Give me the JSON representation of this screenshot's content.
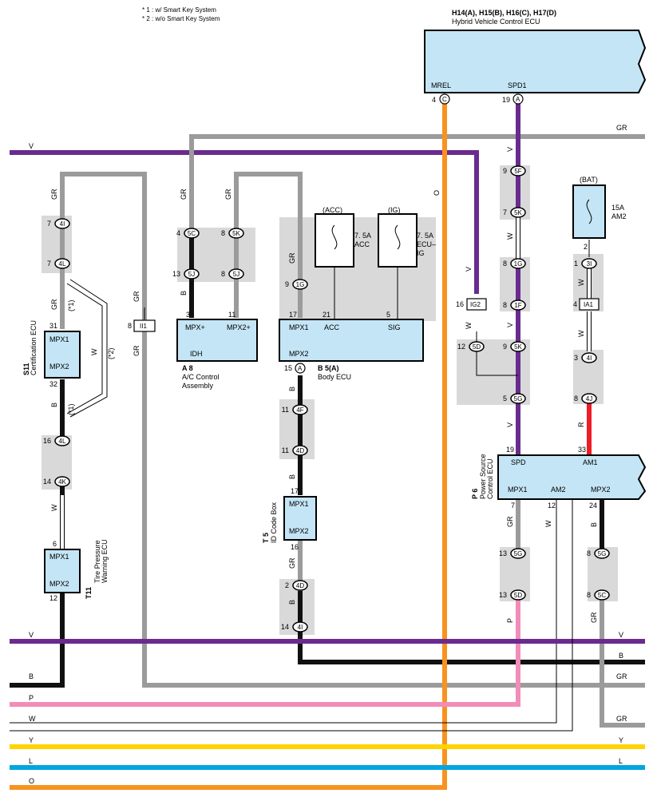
{
  "notes": [
    "* 1 : w/ Smart Key System",
    "* 2 : w/o Smart Key System"
  ],
  "colors": {
    "V": "#6a2b8f",
    "GR": "#9b9b9b",
    "B": "#111111",
    "W": "#ffffff",
    "P": "#f28cb8",
    "O": "#f7931e",
    "Y": "#ffd400",
    "L": "#00a6e0",
    "R": "#ee1c25",
    "ecu_fill": "#c4e5f5",
    "shade": "#d9d9d9"
  },
  "hv_ecu": {
    "codes": "H14(A), H15(B), H16(C), H17(D)",
    "name": "Hybrid Vehicle Control ECU",
    "mrel": "MREL",
    "spd1": "SPD1",
    "pin_mrel": "4",
    "conn_mrel": "C",
    "pin_spd1": "19",
    "conn_spd1": "A"
  },
  "s11": {
    "code": "S11",
    "name": "Certification ECU",
    "mpx1": "MPX1",
    "mpx2": "MPX2",
    "pin_top": "31",
    "pin_bot": "32"
  },
  "t11": {
    "code": "T11",
    "name1": "Tire Pressure",
    "name2": "Warning ECU",
    "mpx1": "MPX1",
    "mpx2": "MPX2",
    "pin_top": "6",
    "pin_bot": "12"
  },
  "a8": {
    "code": "A 8",
    "name1": "A/C Control",
    "name2": "Assembly",
    "mpx1": "MPX+",
    "mpx2": "MPX2+",
    "idh": "IDH",
    "pin1": "3",
    "pin2": "11"
  },
  "b5": {
    "code": "B 5(A)",
    "name": "Body ECU",
    "mpx1": "MPX1",
    "acc": "ACC",
    "sig": "SIG",
    "mpx2": "MPX2",
    "pin_mpx1": "17",
    "pin_acc": "21",
    "pin_sig": "5",
    "pin_bot": "15",
    "conn_bot": "A"
  },
  "t5": {
    "code": "T 5",
    "name": "ID Code Box",
    "mpx1": "MPX1",
    "mpx2": "MPX2",
    "pin_top": "17",
    "pin_bot": "16"
  },
  "p6": {
    "code": "P 6",
    "name1": "Power Source",
    "name2": "Control ECU",
    "spd": "SPD",
    "am1": "AM1",
    "mpx1": "MPX1",
    "am2": "AM2",
    "mpx2": "MPX2",
    "pin_spd": "19",
    "pin_am1": "33",
    "pin_mpx1": "7",
    "pin_am2": "12",
    "pin_mpx2": "24"
  },
  "fuses": {
    "acc_tag": "(ACC)",
    "ig_tag": "(IG)",
    "bat_tag": "(BAT)",
    "acc_rating": "7. 5A",
    "acc_name": "ACC",
    "ig_rating": "7. 5A",
    "ig_name1": "ECU–",
    "ig_name2": "IG",
    "am2_rating": "15A",
    "am2_name": "AM2"
  },
  "connectors": {
    "c4I": "4I",
    "c4L": "4L",
    "c4L2": "4L",
    "c4K": "4K",
    "c5C": "5C",
    "c5J": "5J",
    "c5K": "5K",
    "c5J2": "5J",
    "c1G": "1G",
    "c4F": "4F",
    "c4D": "4D",
    "c4D2": "4D",
    "c4I2": "4I",
    "c5F": "5F",
    "c5K2": "5K",
    "c1G2": "1G",
    "c1F": "1F",
    "cIG2": "IG2",
    "c5D": "5D",
    "c5K3": "5K",
    "c5G": "5G",
    "c3I": "3I",
    "cIA1": "IA1",
    "c4I3": "4I",
    "c4J": "4J",
    "c5G2": "5G",
    "c5D2": "5D",
    "c5G3": "5G",
    "c5C2": "5C",
    "cII1": "II1"
  },
  "pins": {
    "p7a": "7",
    "p7b": "7",
    "p16a": "16",
    "p14a": "14",
    "p8ii": "8",
    "p4a": "4",
    "p13a": "13",
    "p8a": "8",
    "p8b": "8",
    "p9a": "9",
    "p11a": "11",
    "p11b": "11",
    "p2a": "2",
    "p14b": "14",
    "p9b": "9",
    "p7c": "7",
    "p8c": "8",
    "p8d": "8",
    "p16ig2": "16",
    "p12a": "12",
    "p9c": "9",
    "p5a": "5",
    "p1a": "1",
    "p4ia1": "4",
    "p3a": "3",
    "p8e": "8",
    "p2bat": "2",
    "p13b": "13",
    "p13c": "13",
    "p8f": "8",
    "p8g": "8"
  },
  "wire_labels": {
    "V": "V",
    "GR": "GR",
    "B": "B",
    "W": "W",
    "P": "P",
    "O": "O",
    "Y": "Y",
    "L": "L",
    "R": "R",
    "s1": "(*1)",
    "s2": "(*2)"
  }
}
